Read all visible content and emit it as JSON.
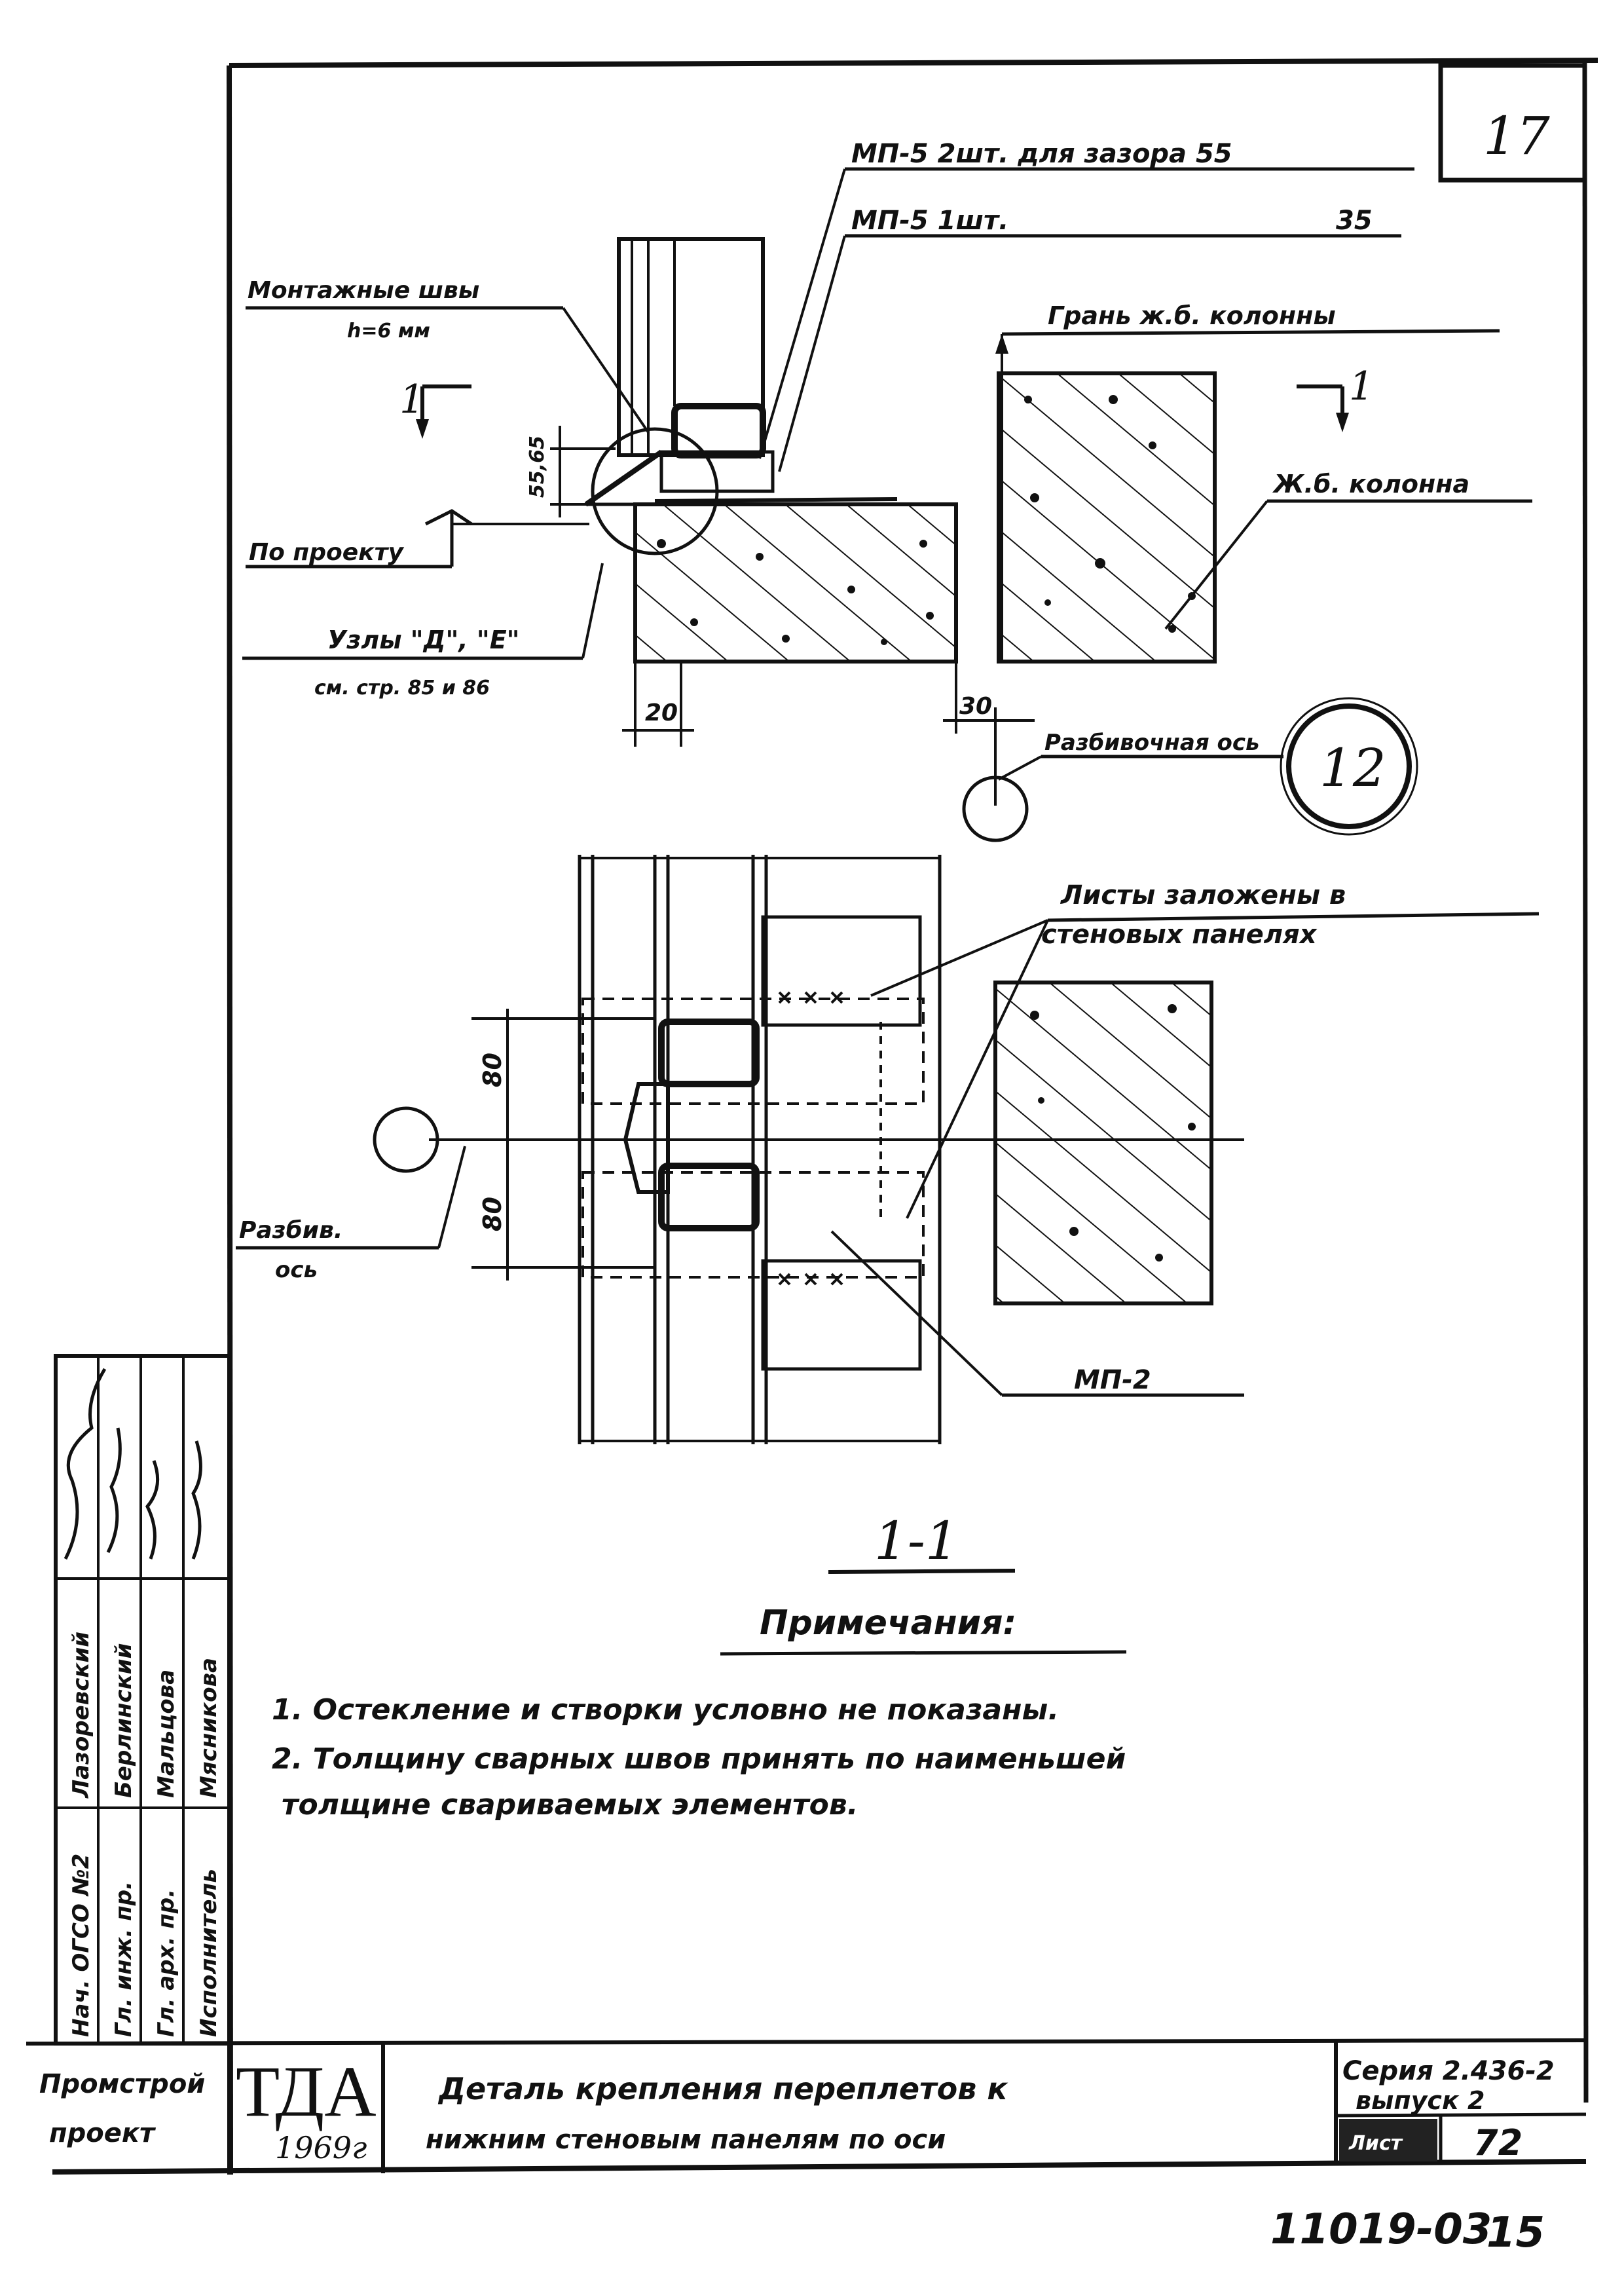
{
  "sheet": {
    "page_number": "17",
    "bottom_stamp_code": "11019-03",
    "bottom_stamp_number": "15"
  },
  "section_view": {
    "callout_mp5_two": "МП-5 2шт. для зазора 55",
    "callout_mp5_one": "МП-5 1шт.",
    "callout_mp5_one_value": "35",
    "label_mount_welds": "Монтажные швы",
    "label_weld_size": "h=6 мм",
    "label_section_mark_left": "1",
    "label_section_mark_right": "1",
    "label_per_project": "По проекту",
    "label_nodes": "Узлы \"Д\", \"Е\"",
    "label_nodes_ref": "см. стр. 85 и 86",
    "label_column_face": "Грань ж.б. колонны",
    "label_column": "Ж.б. колонна",
    "label_dim_height": "55,65",
    "label_dim_left": "20",
    "label_dim_right": "30",
    "label_axis": "Разбивочная ось",
    "axis_number": "12"
  },
  "plan_view": {
    "label_sheets_embedded_line1": "Листы заложены в",
    "label_sheets_embedded_line2": "стеновых панелях",
    "label_axis_short": "Разбив.",
    "label_axis_short2": "ось",
    "label_dim_top": "80",
    "label_dim_bottom": "80",
    "label_mp2": "МП-2",
    "section_title": "1-1"
  },
  "notes": {
    "heading": "Примечания:",
    "note1": "1. Остекление и створки условно не показаны.",
    "note2_line1": "2. Толщину сварных швов принять по наименьшей",
    "note2_line2": "толщине свариваемых элементов."
  },
  "side_stamp": {
    "rows": [
      {
        "role": "Нач. ОГСО №2",
        "name": "Лазоревский"
      },
      {
        "role": "Гл. инж. пр.",
        "name": "Берлинский"
      },
      {
        "role": "Гл. арх. пр.",
        "name": "Мальцова"
      },
      {
        "role": "Исполнитель",
        "name": "Мясникова"
      }
    ]
  },
  "title_block": {
    "org_line1": "Промстрой",
    "org_line2": "проект",
    "logo": "ТДА",
    "year": "1969г",
    "title_line1": "Деталь крепления переплетов к",
    "title_line2": "нижним стеновым панелям по оси",
    "series": "Серия 2.436-2",
    "issue": "выпуск 2",
    "sheet_label": "Лист",
    "sheet_number": "72"
  },
  "colors": {
    "ink": "#111111",
    "paper": "#ffffff"
  }
}
